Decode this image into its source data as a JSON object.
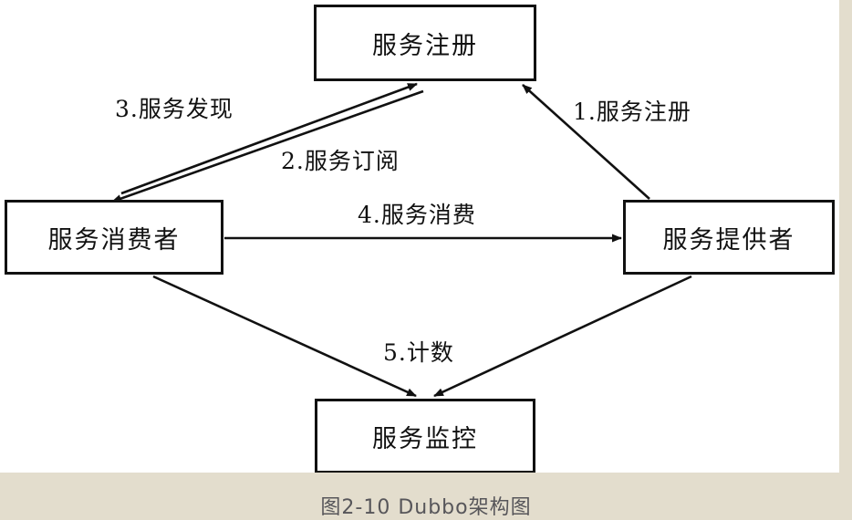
{
  "figure": {
    "caption": "图2-10   Dubbo架构图",
    "background_color": "#e3ddcd",
    "canvas_color": "#ffffff",
    "line_color": "#111111"
  },
  "nodes": [
    {
      "id": "registry",
      "label": "服务注册",
      "position": "top"
    },
    {
      "id": "consumer",
      "label": "服务消费者",
      "position": "left"
    },
    {
      "id": "provider",
      "label": "服务提供者",
      "position": "right"
    },
    {
      "id": "monitor",
      "label": "服务监控",
      "position": "bottom"
    }
  ],
  "edges": [
    {
      "step": "1",
      "label": "1.服务注册",
      "from": "provider",
      "to": "registry",
      "arrow": "single"
    },
    {
      "step": "2",
      "label": "2.服务订阅",
      "from": "consumer",
      "to": "registry",
      "arrow": "single"
    },
    {
      "step": "3",
      "label": "3.服务发现",
      "from": "registry",
      "to": "consumer",
      "arrow": "single"
    },
    {
      "step": "4",
      "label": "4.服务消费",
      "from": "consumer",
      "to": "provider",
      "arrow": "single"
    },
    {
      "step": "5",
      "label": "5.计数",
      "from": "consumer and provider",
      "to": "monitor",
      "arrow": "single"
    }
  ]
}
